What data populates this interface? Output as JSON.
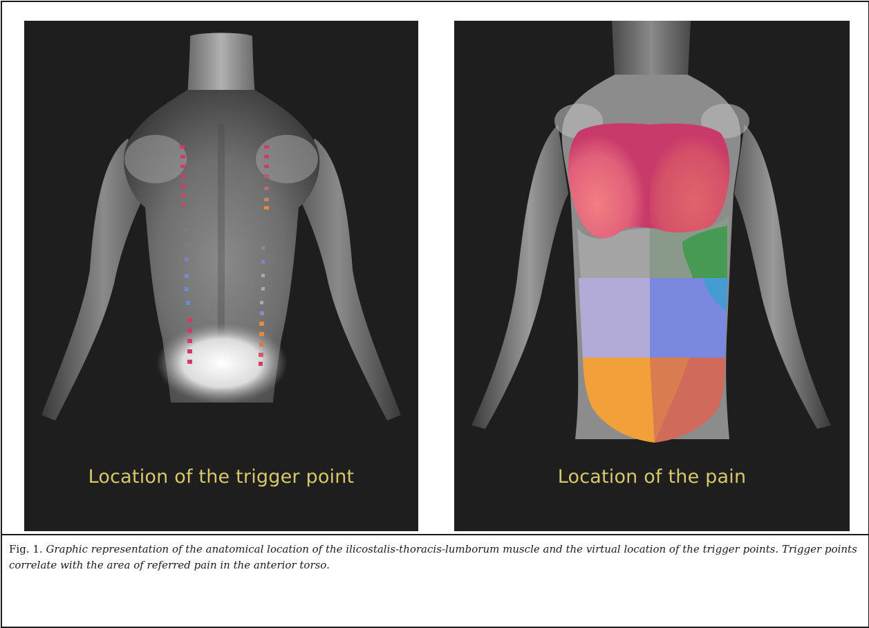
{
  "figure": {
    "panels": [
      {
        "label": "Location of the trigger point",
        "background": "#1e1e1e",
        "view": "posterior torso",
        "marker_colors": [
          "#d23a6a",
          "#e8893a",
          "#9a7ad0",
          "#6a8ad8"
        ]
      },
      {
        "label": "Location of the pain",
        "background": "#1e1e1e",
        "view": "anterior torso",
        "region_colors": {
          "chest_left": "#f07a7e",
          "chest_right": "#e0646c",
          "chest_shade": "#c83a6a",
          "abdomen_left": "#b2abd8",
          "abdomen_right": "#7a88e0",
          "abdomen_green": "#3a9a4a",
          "lower_left": "#f2a03a",
          "lower_right": "#d06a5a"
        }
      }
    ],
    "caption": {
      "number": "Fig. 1.",
      "text": "Graphic representation of the anatomical location of the ilicostalis-thoracis-lumborum muscle and the virtual location of the trigger points. Trigger points correlate with the area of referred pain in the anterior torso."
    },
    "label_color": "#d8c86a"
  }
}
